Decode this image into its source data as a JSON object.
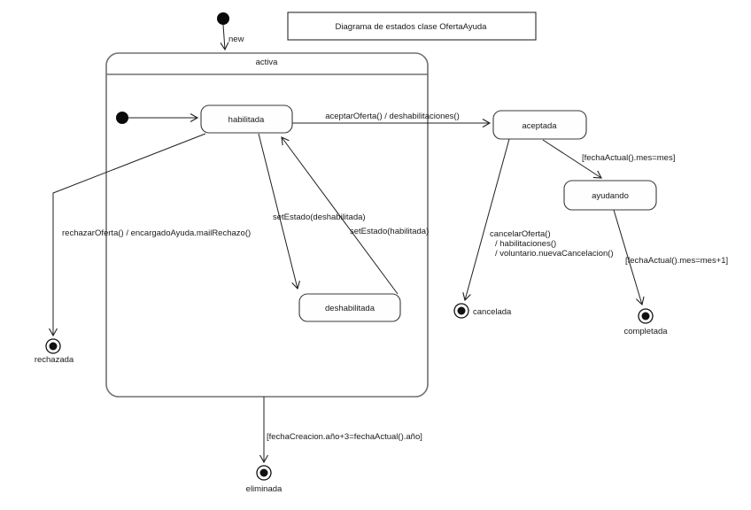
{
  "diagram": {
    "title": "Diagrama de estados clase OfertaAyuda",
    "composite_state": {
      "name": "activa"
    },
    "states": {
      "habilitada": "habilitada",
      "aceptada": "aceptada",
      "ayudando": "ayudando",
      "deshabilitada": "deshabilitada"
    },
    "final_states": {
      "rechazada": "rechazada",
      "cancelada": "cancelada",
      "completada": "completada",
      "eliminada": "eliminada"
    },
    "transitions": {
      "new_label": "new",
      "aceptar": "aceptarOferta() / deshabilitaciones()",
      "set_deshabilitada": "setEstado(deshabilitada)",
      "set_habilitada": "setEstado(habilitada)",
      "rechazar": "rechazarOferta() / encargadoAyuda.mailRechazo()",
      "mes_igual": "[fechaActual().mes=mes]",
      "cancelar_line1": "cancelarOferta()",
      "cancelar_line2": "/ habilitaciones()",
      "cancelar_line3": "/ voluntario.nuevaCancelacion()",
      "mes_mas1": "[fechaActual().mes=mes+1]",
      "eliminar": "[fechaCreacion.año+3=fechaActual().año]"
    },
    "colors": {
      "background": "#ffffff",
      "line": "#1f1f1f",
      "state_border": "#3a3a3a",
      "container_border": "#707070",
      "text": "#1a1a1a"
    }
  }
}
